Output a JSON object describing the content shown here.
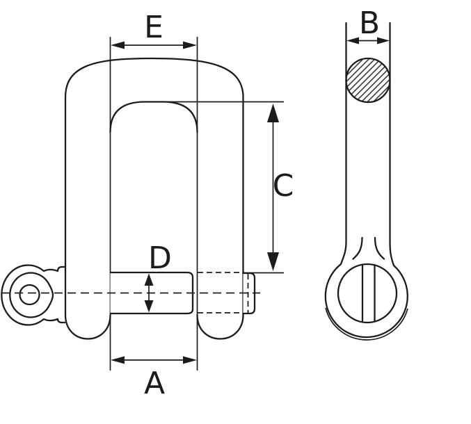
{
  "diagram": {
    "subject": "shackle-dimension-drawing",
    "labels": {
      "E": "E",
      "C": "C",
      "D": "D",
      "A": "A",
      "B": "B"
    },
    "colors": {
      "line": "#1c1c1c",
      "background": "#ffffff"
    }
  }
}
